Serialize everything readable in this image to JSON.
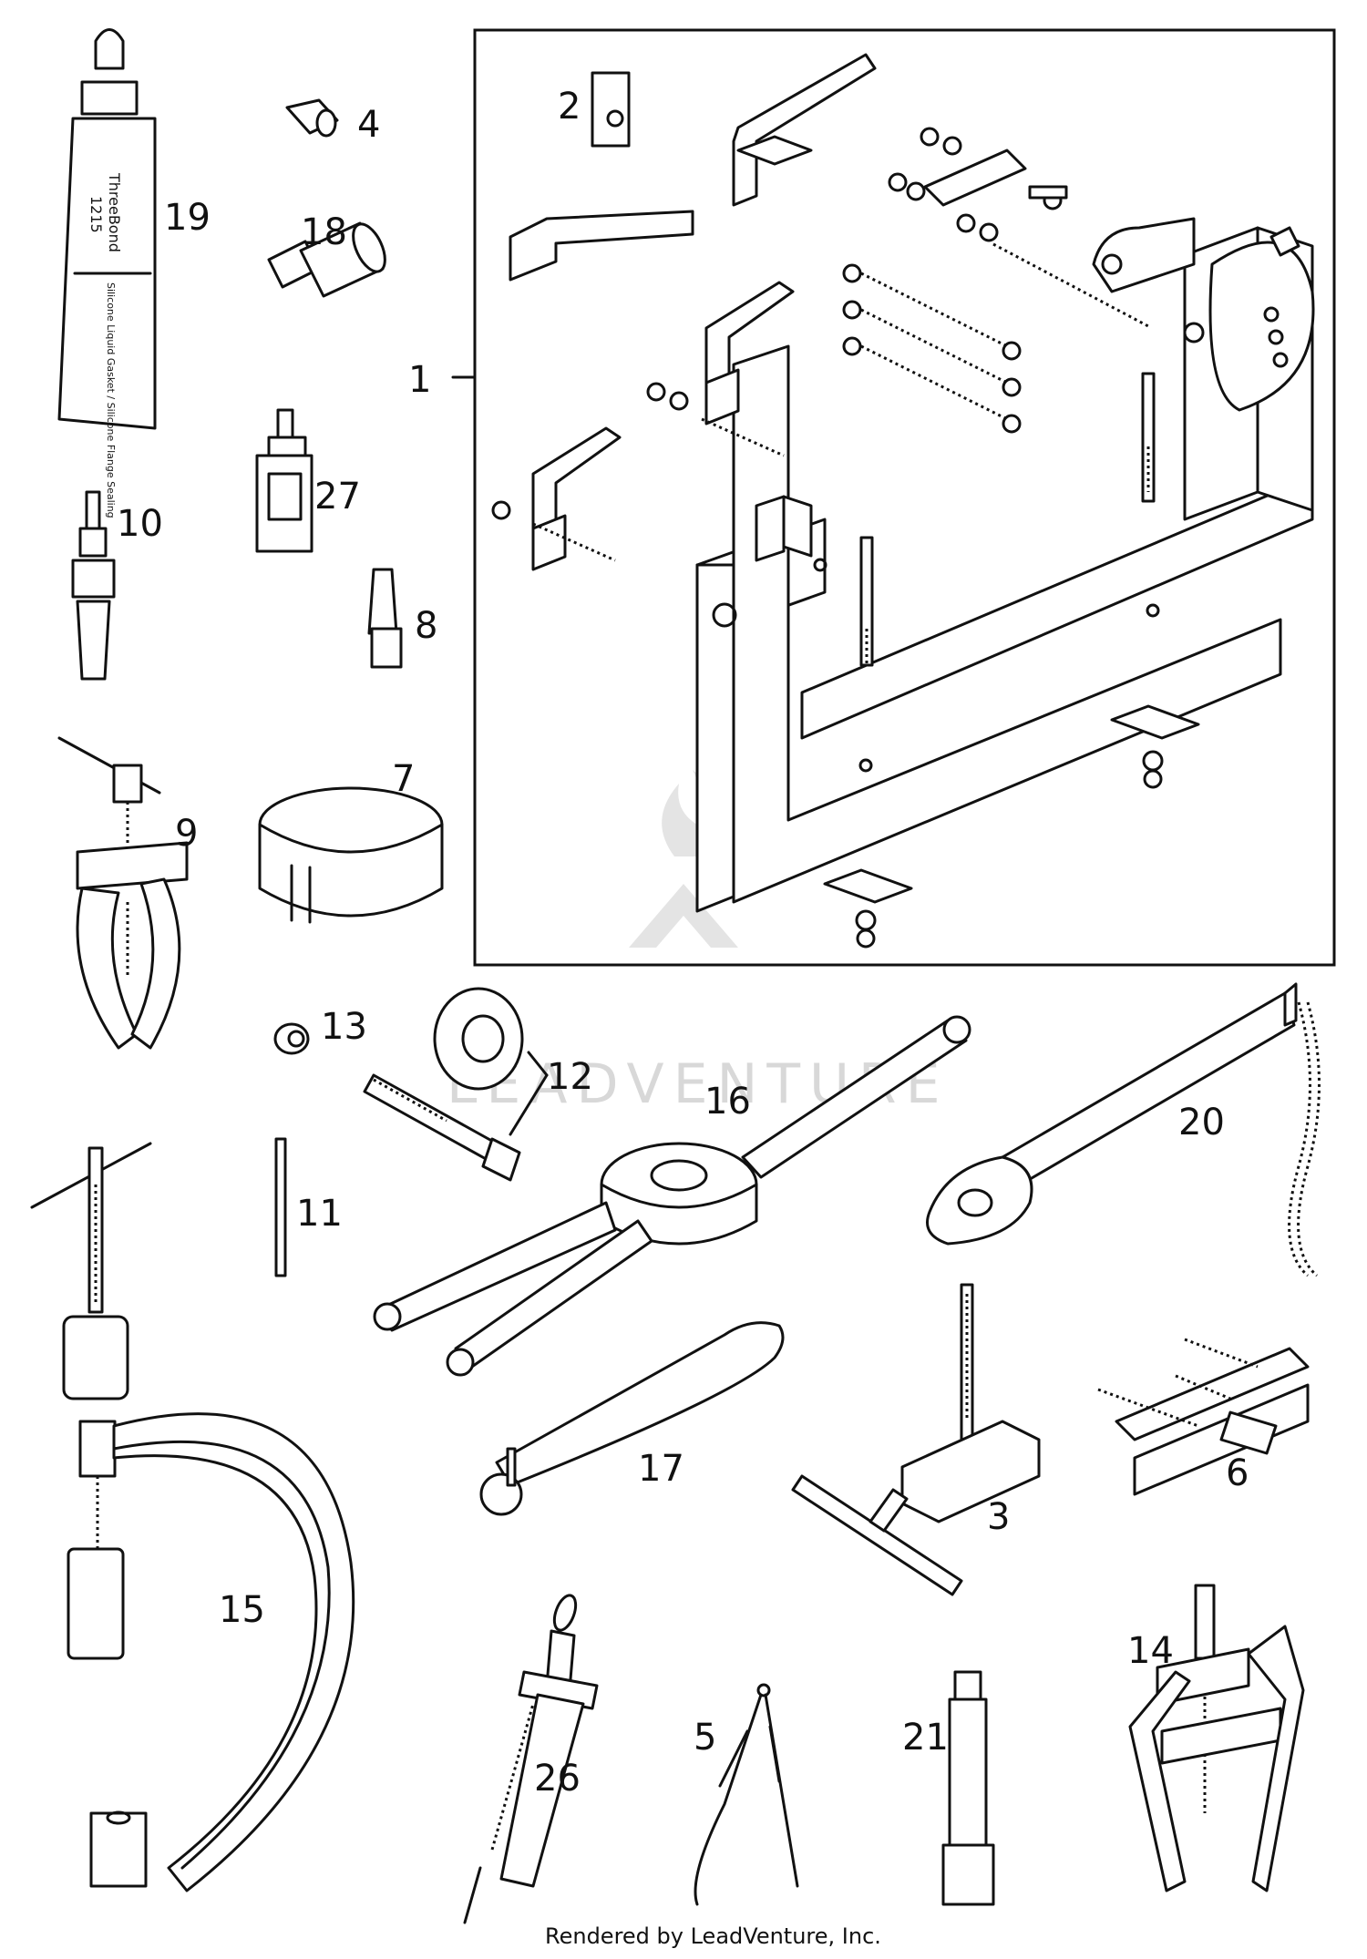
{
  "callouts": [
    {
      "id": "1",
      "text": "1"
    },
    {
      "id": "2",
      "text": "2"
    },
    {
      "id": "3",
      "text": "3"
    },
    {
      "id": "4",
      "text": "4"
    },
    {
      "id": "5",
      "text": "5"
    },
    {
      "id": "6",
      "text": "6"
    },
    {
      "id": "7",
      "text": "7"
    },
    {
      "id": "8",
      "text": "8"
    },
    {
      "id": "9",
      "text": "9"
    },
    {
      "id": "10",
      "text": "10"
    },
    {
      "id": "11",
      "text": "11"
    },
    {
      "id": "12",
      "text": "12"
    },
    {
      "id": "13",
      "text": "13"
    },
    {
      "id": "14",
      "text": "14"
    },
    {
      "id": "15",
      "text": "15"
    },
    {
      "id": "16",
      "text": "16"
    },
    {
      "id": "17",
      "text": "17"
    },
    {
      "id": "18",
      "text": "18"
    },
    {
      "id": "19",
      "text": "19"
    },
    {
      "id": "20",
      "text": "20"
    },
    {
      "id": "21",
      "text": "21"
    },
    {
      "id": "26",
      "text": "26"
    },
    {
      "id": "27",
      "text": "27"
    }
  ],
  "tube_label": {
    "brand": "ThreeBond",
    "number": "1215",
    "desc": "Silicone Liquid Gasket / Silicone Flange Sealing"
  },
  "watermark": "LEADVENTURE",
  "footer": "Rendered by LeadVenture, Inc."
}
